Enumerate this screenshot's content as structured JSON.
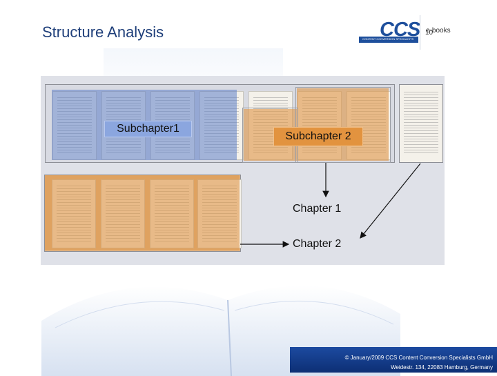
{
  "header": {
    "title": "Structure Analysis",
    "topic": "e-books",
    "slide_number": "10",
    "logo": {
      "text": "CCS",
      "tagline": "CONTENT CONVERSION SPECIALISTS"
    }
  },
  "diagram": {
    "labels": {
      "subchapter1": "Subchapter1",
      "subchapter2": "Subchapter 2",
      "chapter1": "Chapter 1",
      "chapter2": "Chapter 2"
    },
    "colors": {
      "subchapter1": "#5f80c8",
      "subchapter2": "#e0963f",
      "panel": "#dfe1e8"
    }
  },
  "footer": {
    "copyright": "© January/2009 CCS Content Conversion Specialists GmbH",
    "address": "Weidestr. 134, 22083 Hamburg, Germany"
  }
}
